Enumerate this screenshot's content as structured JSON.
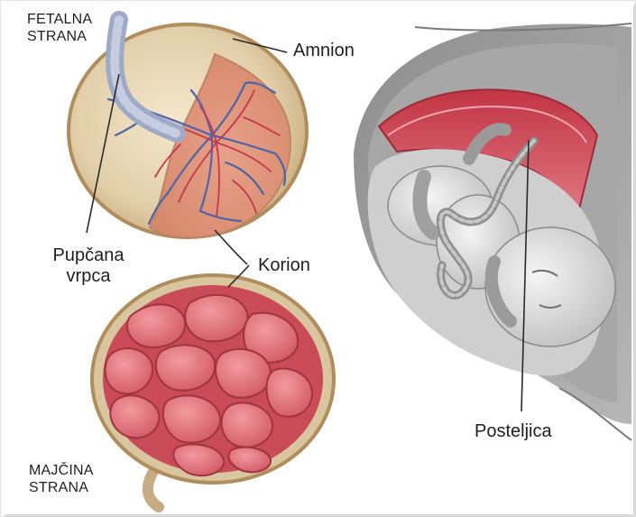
{
  "labels": {
    "fetal_side_line1": "FETALNA",
    "fetal_side_line2": "STRANA",
    "amnion": "Amnion",
    "umbilical_cord_line1": "Pupčana",
    "umbilical_cord_line2": "vrpca",
    "chorion": "Korion",
    "maternal_side_line1": "MAJČINA",
    "maternal_side_line2": "STRANA",
    "placenta": "Posteljica"
  },
  "colors": {
    "membrane": "#d8c39b",
    "placenta_red": "#d8505e",
    "cotyledon_pink": "#e0787f",
    "vessel_blue": "#4f64a8",
    "vessel_red": "#c3394a",
    "body_gray": "#8d8d8d",
    "leader_line": "#2a2a2a"
  }
}
